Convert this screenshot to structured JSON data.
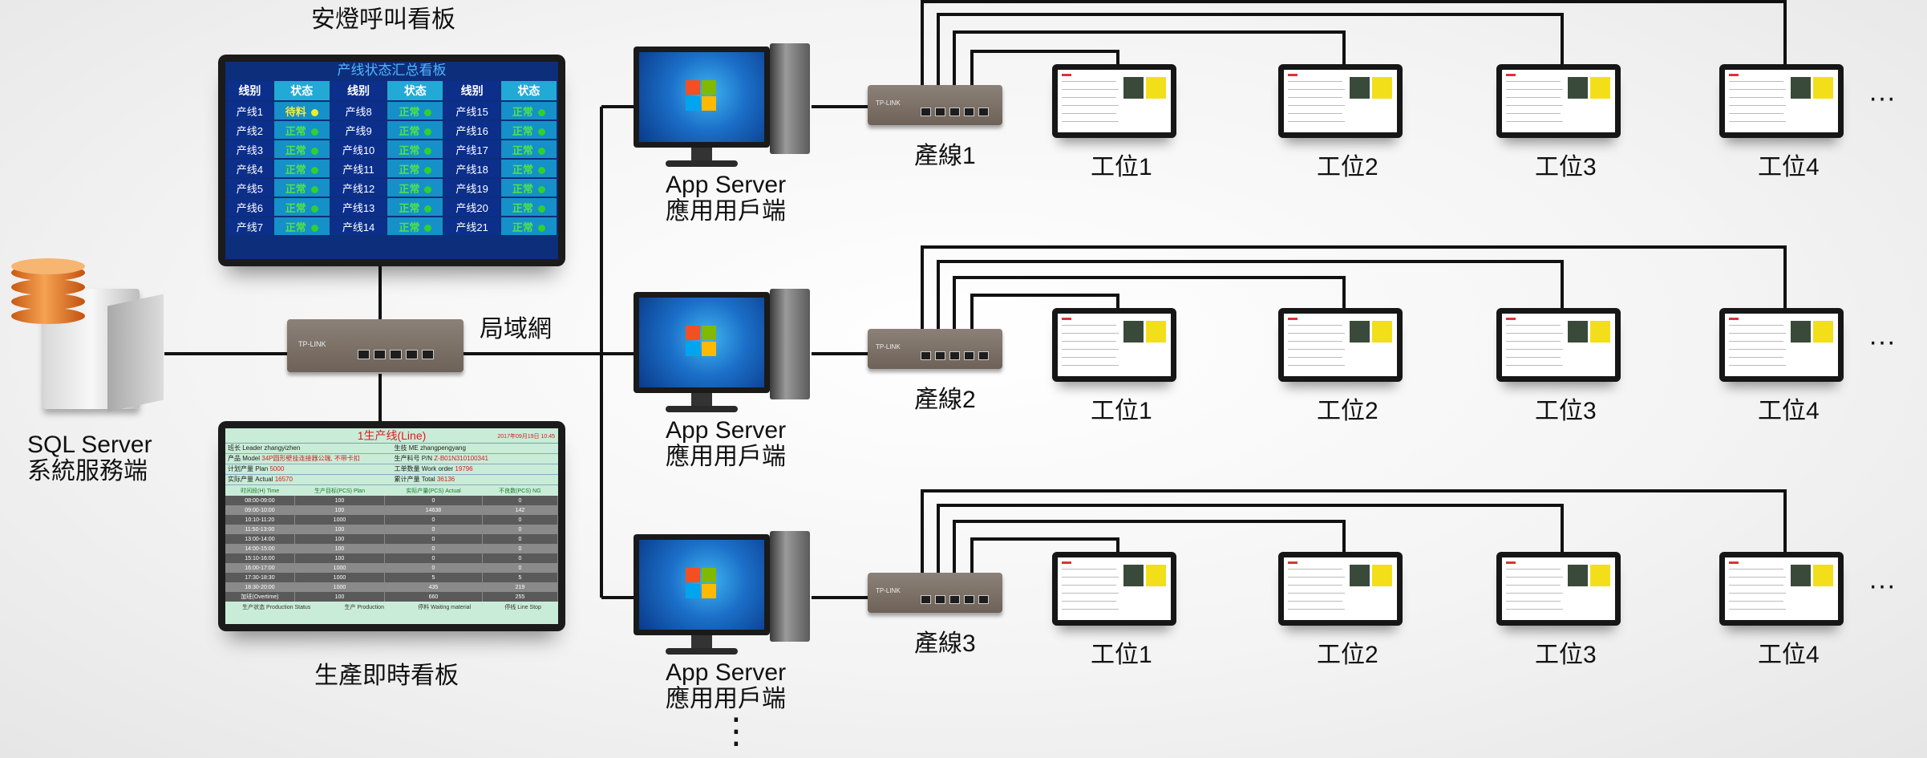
{
  "labels": {
    "andon_board": "安燈呼叫看板",
    "production_board": "生產即時看板",
    "sql_server_line1": "SQL  Server",
    "sql_server_line2": "系統服務端",
    "lan": "局域網",
    "app_server_line1": "App  Server",
    "app_server_line2": "應用用戶端",
    "more_vertical": "⋮",
    "more_horizontal": "···"
  },
  "lines": [
    {
      "name": "產線1",
      "stations": [
        "工位1",
        "工位2",
        "工位3",
        "工位4"
      ]
    },
    {
      "name": "產線2",
      "stations": [
        "工位1",
        "工位2",
        "工位3",
        "工位4"
      ]
    },
    {
      "name": "產線3",
      "stations": [
        "工位1",
        "工位2",
        "工位3",
        "工位4"
      ]
    }
  ],
  "andon": {
    "title": "产线状态汇总看板",
    "headers": [
      "线别",
      "状态",
      "线别",
      "状态",
      "线别",
      "状态"
    ],
    "rows": [
      [
        {
          "line": "产线1",
          "status": "待料",
          "state": "warn"
        },
        {
          "line": "产线8",
          "status": "正常",
          "state": "ok"
        },
        {
          "line": "产线15",
          "status": "正常",
          "state": "ok"
        }
      ],
      [
        {
          "line": "产线2",
          "status": "正常",
          "state": "ok"
        },
        {
          "line": "产线9",
          "status": "正常",
          "state": "ok"
        },
        {
          "line": "产线16",
          "status": "正常",
          "state": "ok"
        }
      ],
      [
        {
          "line": "产线3",
          "status": "正常",
          "state": "ok"
        },
        {
          "line": "产线10",
          "status": "正常",
          "state": "ok"
        },
        {
          "line": "产线17",
          "status": "正常",
          "state": "ok"
        }
      ],
      [
        {
          "line": "产线4",
          "status": "正常",
          "state": "ok"
        },
        {
          "line": "产线11",
          "status": "正常",
          "state": "ok"
        },
        {
          "line": "产线18",
          "status": "正常",
          "state": "ok"
        }
      ],
      [
        {
          "line": "产线5",
          "status": "正常",
          "state": "ok"
        },
        {
          "line": "产线12",
          "status": "正常",
          "state": "ok"
        },
        {
          "line": "产线19",
          "status": "正常",
          "state": "ok"
        }
      ],
      [
        {
          "line": "产线6",
          "status": "正常",
          "state": "ok"
        },
        {
          "line": "产线13",
          "status": "正常",
          "state": "ok"
        },
        {
          "line": "产线20",
          "status": "正常",
          "state": "ok"
        }
      ],
      [
        {
          "line": "产线7",
          "status": "正常",
          "state": "ok"
        },
        {
          "line": "产线14",
          "status": "正常",
          "state": "ok"
        },
        {
          "line": "产线21",
          "status": "正常",
          "state": "ok"
        }
      ]
    ],
    "colors": {
      "ok": "#2fd12f",
      "warn": "#f2ea2a"
    }
  },
  "production": {
    "title": "1生产线(Line)",
    "datetime": "2017年09月19日    10:45",
    "info": [
      {
        "label": "班长 Leader",
        "value": "zhangyizhen",
        "hl": false
      },
      {
        "label": "生技 ME",
        "value": "zhangpengyang",
        "hl": false
      },
      {
        "label": "产品 Model",
        "value": "34P圆形壁挂连接器公端, 不带卡扣",
        "hl": true
      },
      {
        "label": "生产料号 P/N",
        "value": "Z-B01N310100341",
        "hl": true
      },
      {
        "label": "计划产量 Plan",
        "value": "5000",
        "hl": true
      },
      {
        "label": "工单数量 Work order",
        "value": "19796",
        "hl": true
      },
      {
        "label": "实际产量 Actual",
        "value": "16570",
        "hl": true
      },
      {
        "label": "累计产量 Total",
        "value": "36136",
        "hl": true
      }
    ],
    "headers": [
      "时间段(H) Time",
      "生产目标(PCS) Plan",
      "实际产量(PCS) Actual",
      "不良数(PCS) NG"
    ],
    "rows": [
      [
        "08:00-09:00",
        "100",
        "0",
        "0"
      ],
      [
        "09:00-10:00",
        "100",
        "14638",
        "142"
      ],
      [
        "10:10-11:20",
        "1000",
        "0",
        "0"
      ],
      [
        "11:50-13:00",
        "100",
        "0",
        "0"
      ],
      [
        "13:00-14:00",
        "100",
        "0",
        "0"
      ],
      [
        "14:00-15:00",
        "100",
        "0",
        "0"
      ],
      [
        "15:10-16:00",
        "100",
        "0",
        "0"
      ],
      [
        "16:00-17:00",
        "1000",
        "0",
        "0"
      ],
      [
        "17:30-18:30",
        "1000",
        "5",
        "5"
      ],
      [
        "18:30-20:00",
        "1000",
        "435",
        "219"
      ],
      [
        "加班(Overtime)",
        "100",
        "660",
        "255"
      ]
    ],
    "footer": [
      "生产状态 Production Status",
      "生产 Production",
      "停料 Waiting material",
      "停线 Line Stop"
    ]
  }
}
